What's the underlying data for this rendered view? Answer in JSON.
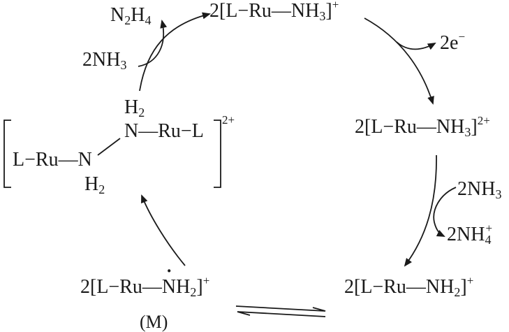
{
  "cycle": {
    "top": {
      "coef": "2[L−Ru",
      "ligand": "NH",
      "sub": "3",
      "close": "]",
      "charge": "+"
    },
    "right": {
      "coef": "2[L−Ru",
      "ligand": "NH",
      "sub": "3",
      "close": "]",
      "charge": "2+"
    },
    "bottom_right": {
      "coef": "2[L−Ru",
      "ligand": "NH",
      "sub": "2",
      "close": "]",
      "charge": "+"
    },
    "bottom_left": {
      "coef": "2[L−Ru",
      "ligand": "NH",
      "sub": "2",
      "close": "]",
      "charge": "+",
      "label": "(M)"
    },
    "dimer": {
      "left": "L−Ru",
      "n1": "N",
      "n2": "N",
      "h_top": "H",
      "h_top_sub": "2",
      "h_bottom": "H",
      "h_bottom_sub": "2",
      "right": "Ru−L",
      "charge": "2+"
    }
  },
  "side": {
    "electrons": "2e",
    "electrons_charge": "−",
    "nh3_in": {
      "coef": "2NH",
      "sub": "3"
    },
    "nh4_out": {
      "coef": "2NH",
      "sub": "4",
      "charge": "+"
    },
    "nh3_top": {
      "coef": "2NH",
      "sub": "3"
    },
    "n2h4": {
      "n": "N",
      "n_sub": "2",
      "h": "H",
      "h_sub": "4"
    }
  }
}
